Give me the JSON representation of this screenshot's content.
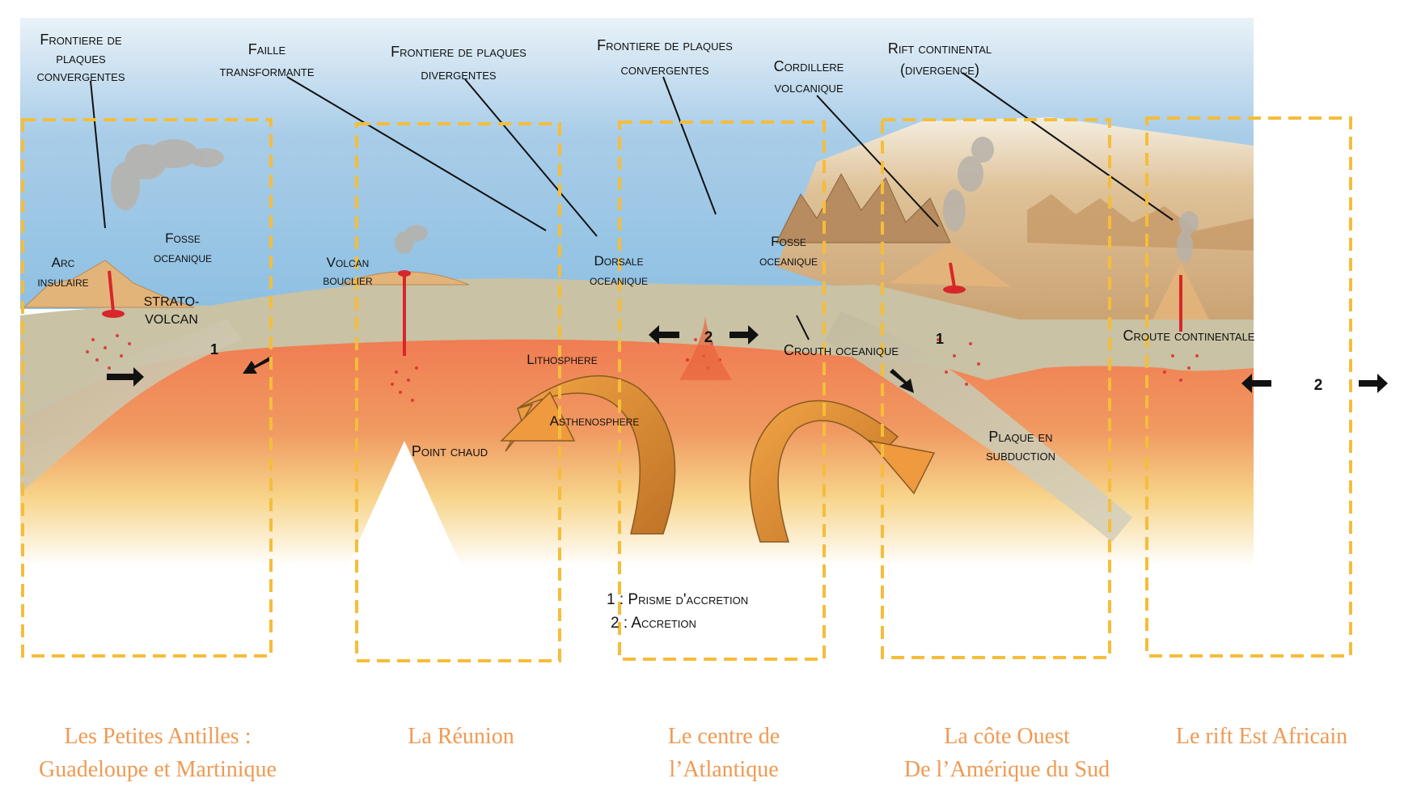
{
  "labels": {
    "frontiere_conv_1": [
      "Frontiere de",
      "plaques",
      "convergentes"
    ],
    "faille": [
      "Faille",
      "transformante"
    ],
    "frontiere_div": [
      "Frontiere de plaques",
      "divergentes"
    ],
    "frontiere_conv_2": [
      "Frontiere de plaques",
      "convergentes"
    ],
    "cordillere": [
      "Cordillere",
      "volcanique"
    ],
    "rift_continental": [
      "Rift continental",
      "(divergence)"
    ],
    "arc_insulaire": [
      "Arc",
      "insulaire"
    ],
    "fosse_1": [
      "Fosse",
      "oceanique"
    ],
    "strato_volcan": [
      "STRATO-",
      "VOLCAN"
    ],
    "volcan_bouclier": [
      "Volcan",
      "bouclier"
    ],
    "dorsale": [
      "Dorsale",
      "oceanique"
    ],
    "fosse_2": [
      "Fosse",
      "oceanique"
    ],
    "lithosphere": "Lithosphere",
    "asthenosphere": "Asthenosphere",
    "point_chaud": "Point chaud",
    "crouth_oceanique": "Crouth oceanique",
    "croute_continentale": "Croute continentale",
    "plaque_subduction": [
      "Plaque en",
      "subduction"
    ],
    "marker_1a": "1",
    "marker_2a": "2",
    "marker_1b": "1",
    "marker_2b": "2"
  },
  "legend": {
    "line1": "1 : Prisme d'accretion",
    "line2": "2 : Accretion"
  },
  "regions": [
    {
      "line1": "Les Petites Antilles :",
      "line2": "Guadeloupe et Martinique"
    },
    {
      "line1": "La Réunion",
      "line2": ""
    },
    {
      "line1": "Le centre de",
      "line2": "l’Atlantique"
    },
    {
      "line1": "La côte Ouest",
      "line2": "De l’Amérique du Sud"
    },
    {
      "line1": "Le rift Est Africain",
      "line2": ""
    }
  ],
  "colors": {
    "ocean": "#9cc8e6",
    "lithosphere": "#c8c1a0",
    "asthenosphere": "#ee8a5e",
    "highlight_box": "#f5bd3a",
    "caption": "#ef9a53",
    "arrow_orange": "#ec9a3f",
    "magma": "#d8262a"
  }
}
